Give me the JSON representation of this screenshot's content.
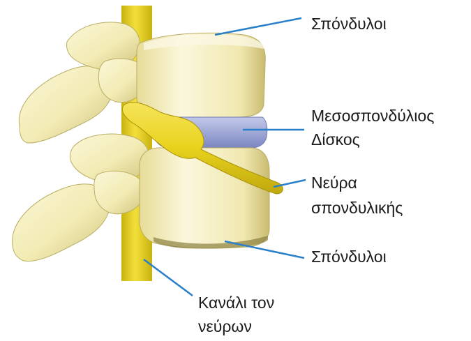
{
  "labels": {
    "vertebrae_top": "Σπόνδυλοι",
    "disc_line1": "Μεσοσπονδύλιος",
    "disc_line2": "Δίσκος",
    "nerve_line1": "Νεύρα",
    "nerve_line2": "σπονδυλικής",
    "vertebrae_bottom": "Σπόνδυλοι",
    "canal_line1": "Κανάλι τον",
    "canal_line2": "νεύρων"
  },
  "colors": {
    "bone": "#f2ebb4",
    "bone_shade": "#d8cd86",
    "bone_dark": "#b9ad63",
    "disc": "#9fa8d6",
    "disc_dark": "#7b86c2",
    "nerve": "#e8d21d",
    "nerve_dark": "#bfa80e",
    "pointer_line": "#2a7fc9"
  },
  "icons": [
    "spine-illustration"
  ]
}
